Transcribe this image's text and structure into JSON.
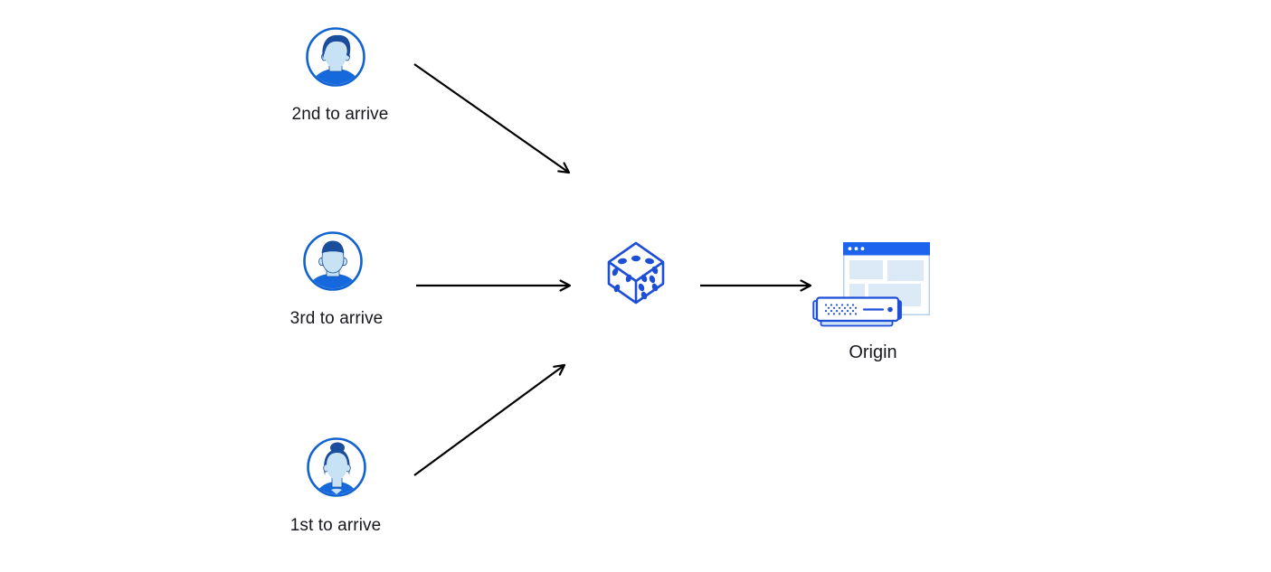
{
  "diagram": {
    "nodes": {
      "visitor_second": {
        "label": "2nd to arrive",
        "icon": "avatar-man-swoop-hair-icon"
      },
      "visitor_third": {
        "label": "3rd to arrive",
        "icon": "avatar-man-short-hair-icon"
      },
      "visitor_first": {
        "label": "1st to arrive",
        "icon": "avatar-woman-bun-icon"
      },
      "randomizer": {
        "icon": "dice-icon"
      },
      "origin": {
        "label": "Origin",
        "icon": "origin-server-browser-icon"
      }
    },
    "arrows": [
      {
        "from": "visitor_second",
        "to": "randomizer"
      },
      {
        "from": "visitor_third",
        "to": "randomizer"
      },
      {
        "from": "visitor_first",
        "to": "randomizer"
      },
      {
        "from": "randomizer",
        "to": "origin"
      }
    ],
    "colors": {
      "background": "#ffffff",
      "avatar_ring_blue": "#1163d2",
      "avatar_hair_navy": "#1a4d9c",
      "avatar_skin_light_blue": "#c7e2f4",
      "avatar_shirt_blue": "#1569dd",
      "dice_blue": "#1d4ed8",
      "browser_bar_blue": "#1e63ee",
      "panel_light_blue": "#dce9f6",
      "window_border_light_blue": "#b6d0ec",
      "server_outline_blue": "#1d4ed8",
      "server_fill_light_blue": "#cfe3f7",
      "arrow_black": "#000000",
      "label_text": "#16181d"
    }
  }
}
